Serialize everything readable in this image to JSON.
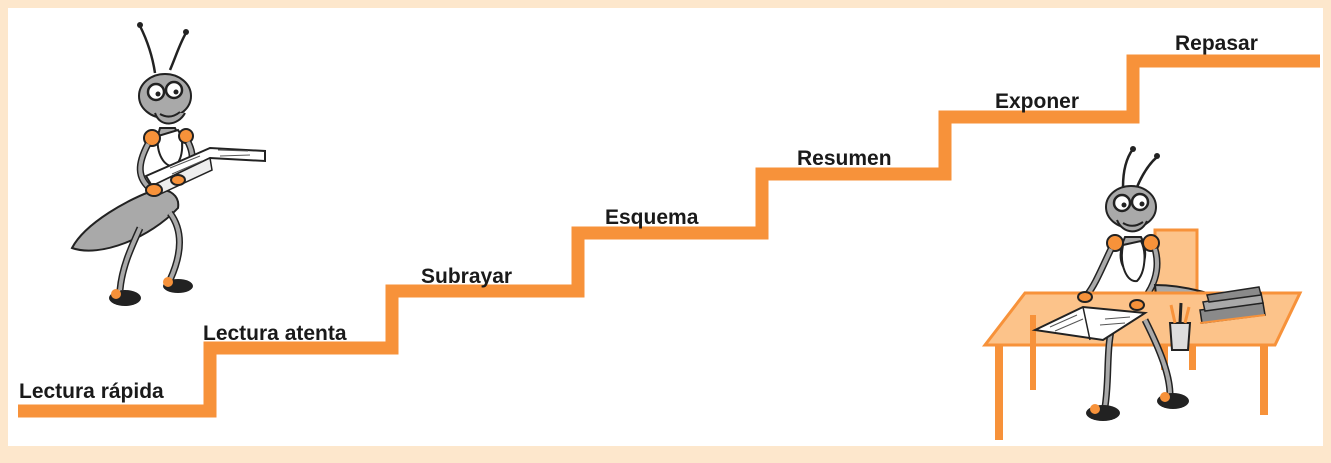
{
  "diagram": {
    "steps": [
      {
        "label": "Lectura rápida"
      },
      {
        "label": "Lectura atenta"
      },
      {
        "label": "Subrayar"
      },
      {
        "label": "Esquema"
      },
      {
        "label": "Resumen"
      },
      {
        "label": "Exponer"
      },
      {
        "label": "Repasar"
      }
    ],
    "colors": {
      "frame": "#fde7cc",
      "background": "#ffffff",
      "stairs": "#f7923a",
      "ant_body": "#a9a9a9",
      "ant_accent": "#f7923a",
      "desk": "#fcc38a",
      "desk_legs": "#f7923a",
      "chair": "#fcc38a"
    },
    "illustrations": [
      {
        "icon": "ant-reading-book-icon"
      },
      {
        "icon": "ant-studying-at-desk-icon"
      }
    ]
  }
}
